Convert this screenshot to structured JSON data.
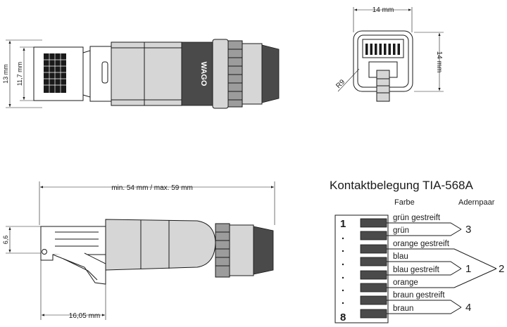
{
  "dimensions": {
    "top_height_13": "13 mm",
    "top_height_117": "11,7 mm",
    "front_width": "14 mm",
    "front_height": "14 mm",
    "radius": "R9",
    "length": "min. 54 mm / max. 59 mm",
    "side_height": "6,6",
    "tab_length": "16,05 mm"
  },
  "brand": "WAGO",
  "pinout": {
    "title": "Kontaktbelegung TIA-568A",
    "col_color": "Farbe",
    "col_pair": "Adernpaar",
    "pin_first": "1",
    "pin_last": "8",
    "wires": [
      {
        "label": "grün gestreift",
        "striped": true
      },
      {
        "label": "grün",
        "striped": false
      },
      {
        "label": "orange gestreift",
        "striped": true
      },
      {
        "label": "blau",
        "striped": false
      },
      {
        "label": "blau gestreift",
        "striped": true
      },
      {
        "label": "orange",
        "striped": false
      },
      {
        "label": "braun gestreift",
        "striped": true
      },
      {
        "label": "braun",
        "striped": false
      }
    ],
    "pairs": [
      "3",
      "1",
      "2",
      "4"
    ]
  }
}
